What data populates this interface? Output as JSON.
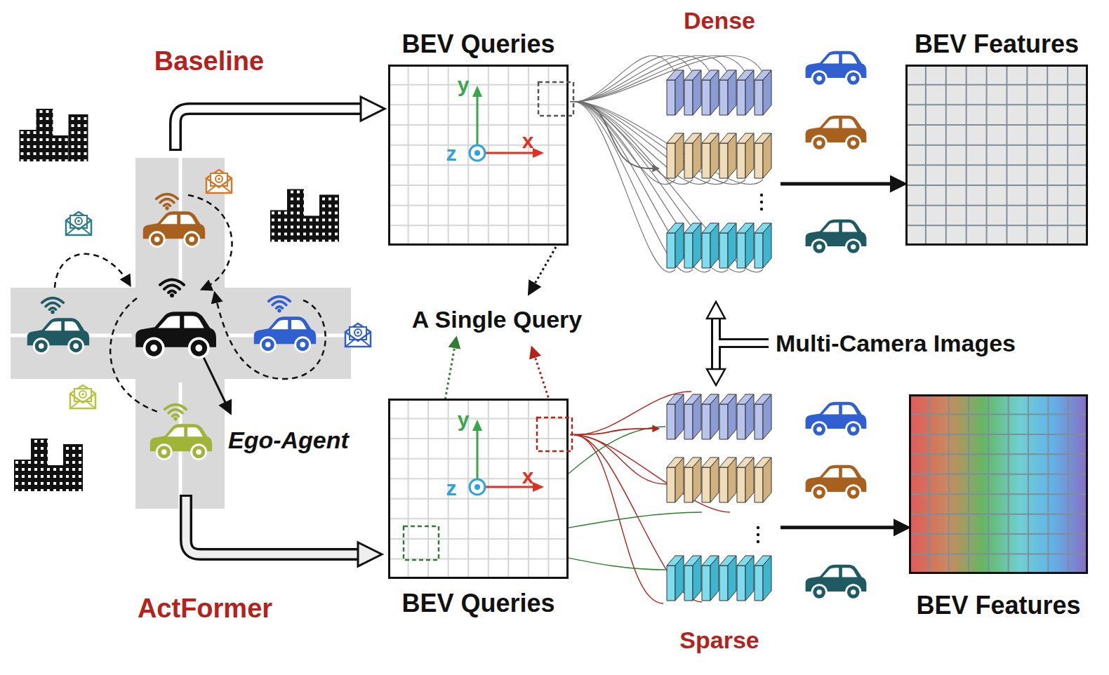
{
  "diagram": {
    "nodes": [
      {
        "text": [
          "BEV Queries"
        ]
      },
      {
        "text": [
          "Dense"
        ]
      },
      {
        "text": [
          "BEV Features"
        ]
      },
      {
        "text": [
          "BEV Queries"
        ]
      },
      {
        "text": [
          "Sparse"
        ]
      },
      {
        "text": [
          "BEV Features"
        ]
      }
    ],
    "edges": [
      {
        "from": 0,
        "to": 1,
        "arrow": "to"
      },
      {
        "from": 1,
        "to": 2,
        "arrow": "to"
      },
      {
        "from": 3,
        "to": 4,
        "arrow": "to"
      },
      {
        "from": 4,
        "to": 5,
        "arrow": "to"
      }
    ],
    "labels": [
      "Baseline",
      "ActFormer",
      "A Single Query",
      "Multi-Camera Images",
      "Ego-Agent",
      "y",
      "x",
      "z",
      "y",
      "x",
      "z"
    ]
  }
}
